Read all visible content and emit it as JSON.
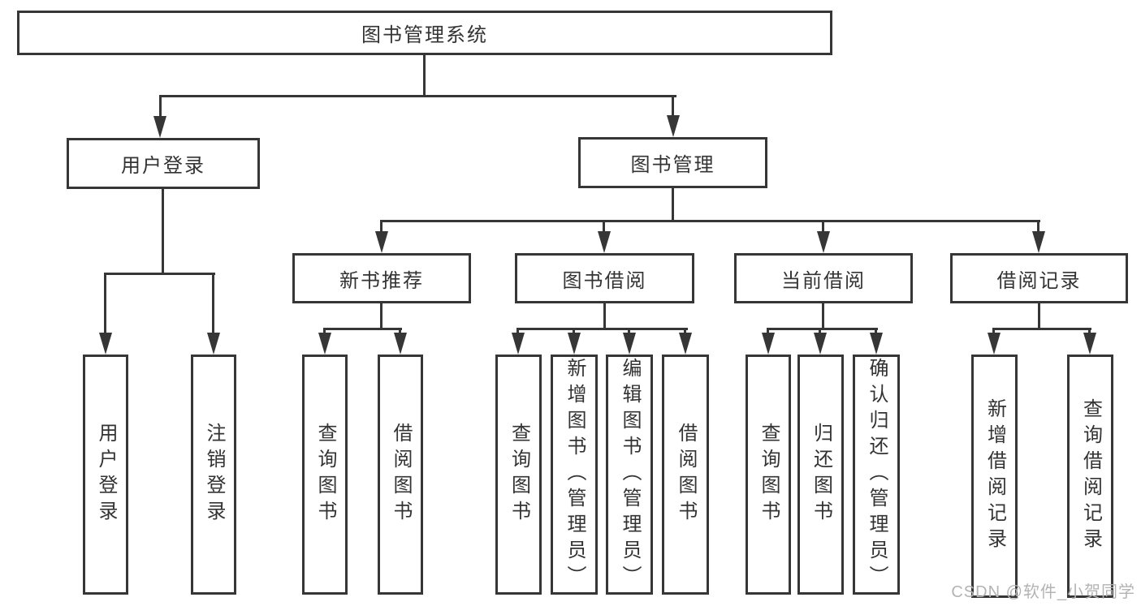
{
  "title": "图书管理系统",
  "level2": {
    "user_login": "用户登录",
    "book_management": "图书管理"
  },
  "level3": {
    "new_books": "新书推荐",
    "book_borrowing": "图书借阅",
    "current_borrowing": "当前借阅",
    "borrowing_records": "借阅记录"
  },
  "leaves": {
    "user_login": [
      "用户登录",
      "注销登录"
    ],
    "new_books": [
      "查询图书",
      "借阅图书"
    ],
    "book_borrowing": [
      "查询图书",
      "新增图书（管理员）",
      "编辑图书（管理员）",
      "借阅图书"
    ],
    "current_borrowing": [
      "查询图书",
      "归还图书",
      "确认归还（管理员）"
    ],
    "borrowing_records": [
      "新增借阅记录",
      "查询借阅记录"
    ]
  },
  "watermark": "CSDN @软件_小贺同学",
  "colors": {
    "line": "#363636",
    "text": "#333333",
    "background": "#ffffff",
    "watermark": "#b3b3b3"
  }
}
